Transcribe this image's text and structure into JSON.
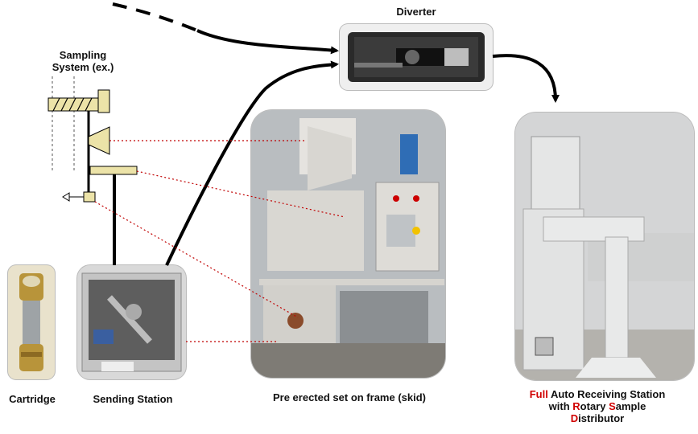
{
  "labels": {
    "diverter": "Diverter",
    "sampling_system": "Sampling\nSystem (ex.)",
    "cartridge": "Cartridge",
    "sending_station": "Sending Station",
    "skid": "Pre erected set on frame (skid)",
    "receiving": {
      "full": "F",
      "full_rest": "ull",
      "line1_rest": " Auto Receiving Station",
      "with": "with ",
      "r": "R",
      "r_rest": "otary ",
      "s": "S",
      "s_rest": "ample",
      "d": "D",
      "d_rest": "istributor"
    }
  },
  "colors": {
    "highlight": "#d00000",
    "connector": "#000000",
    "link_dotted": "#c00000"
  }
}
